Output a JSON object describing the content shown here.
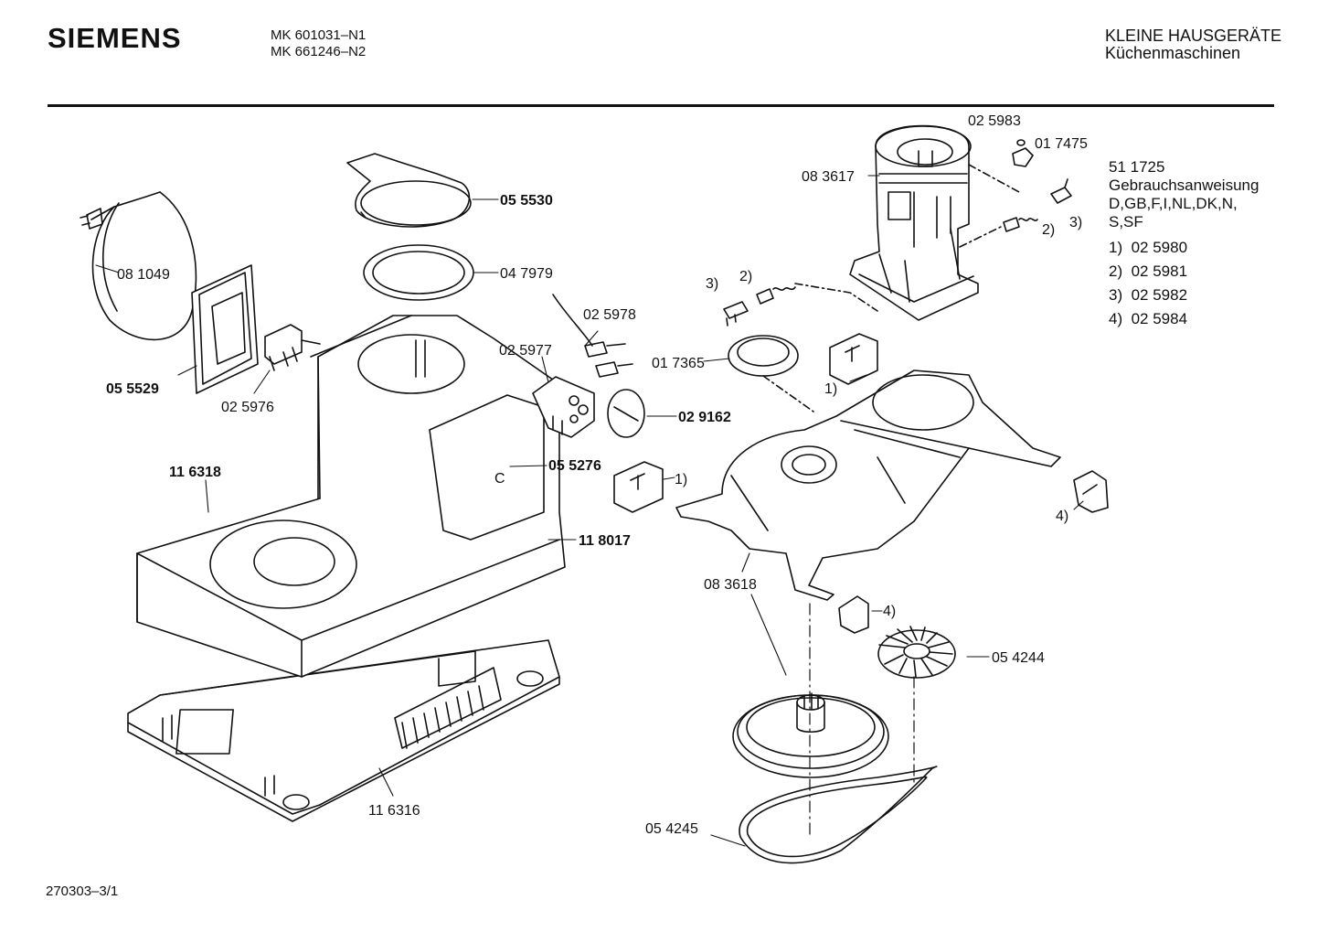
{
  "header": {
    "brand": "SIEMENS",
    "model_1": "MK 601031–N1",
    "model_2": "MK 661246–N2",
    "category_1": "KLEINE HAUSGERÄTE",
    "category_2": "Küchenmaschinen"
  },
  "footer": {
    "doc_id": "270303–3/1"
  },
  "legend": {
    "manual_number": "51 1725",
    "manual_title": "Gebrauchsanweisung",
    "languages_1": "D,GB,F,I,NL,DK,N,",
    "languages_2": "S,SF",
    "items": [
      {
        "key": "1)",
        "part": "02 5980"
      },
      {
        "key": "2)",
        "part": "02 5981"
      },
      {
        "key": "3)",
        "part": "02 5982"
      },
      {
        "key": "4)",
        "part": "02 5984"
      }
    ]
  },
  "parts": {
    "p081049": "08 1049",
    "p055529": "05 5529",
    "p025976": "02 5976",
    "p116318": "11 6318",
    "p055530": "05 5530",
    "p047979": "04 7979",
    "p025978": "02 5978",
    "p025977": "02 5977",
    "p029162": "02 9162",
    "p055276": "05 5276",
    "p118017": "11 8017",
    "p116316": "11 6316",
    "p017365": "01 7365",
    "p083617": "08 3617",
    "p025983": "02 5983",
    "p017475": "01 7475",
    "p083618": "08 3618",
    "p054244": "05 4244",
    "p054245": "05 4245"
  },
  "callouts": {
    "c1": "1)",
    "c2": "2)",
    "c3": "3)",
    "c4": "4)"
  }
}
